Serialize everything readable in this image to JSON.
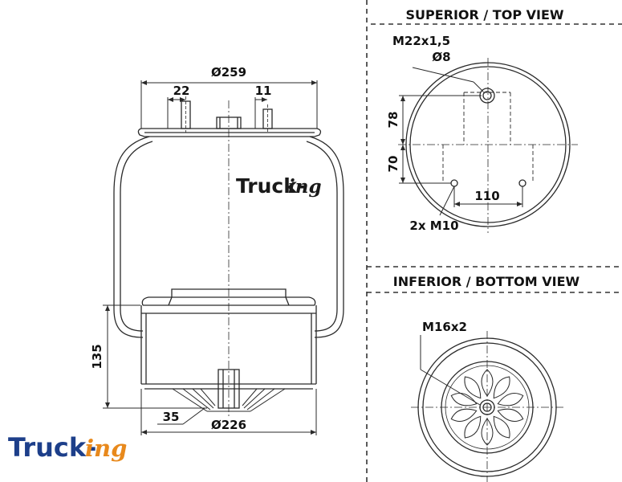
{
  "colors": {
    "line": "#2a2a2a",
    "brand_blue": "#1d3f8a",
    "brand_orange": "#e8891c",
    "background": "#ffffff"
  },
  "brand": {
    "part1": "Truck-",
    "part2": "ing"
  },
  "top_view": {
    "title": "SUPERIOR / TOP VIEW",
    "thread_label": "M22x1,5",
    "pin_label": "Ø8",
    "dim_78": "78",
    "dim_70": "70",
    "dim_110": "110",
    "bolts_label": "2x M10"
  },
  "bottom_view": {
    "title": "INFERIOR / BOTTOM VIEW",
    "thread_label": "M16x2"
  },
  "side_view": {
    "dia_top": "Ø259",
    "dim_22": "22",
    "dim_11": "11",
    "dim_135": "135",
    "dim_35": "35",
    "dia_bottom": "Ø226"
  }
}
